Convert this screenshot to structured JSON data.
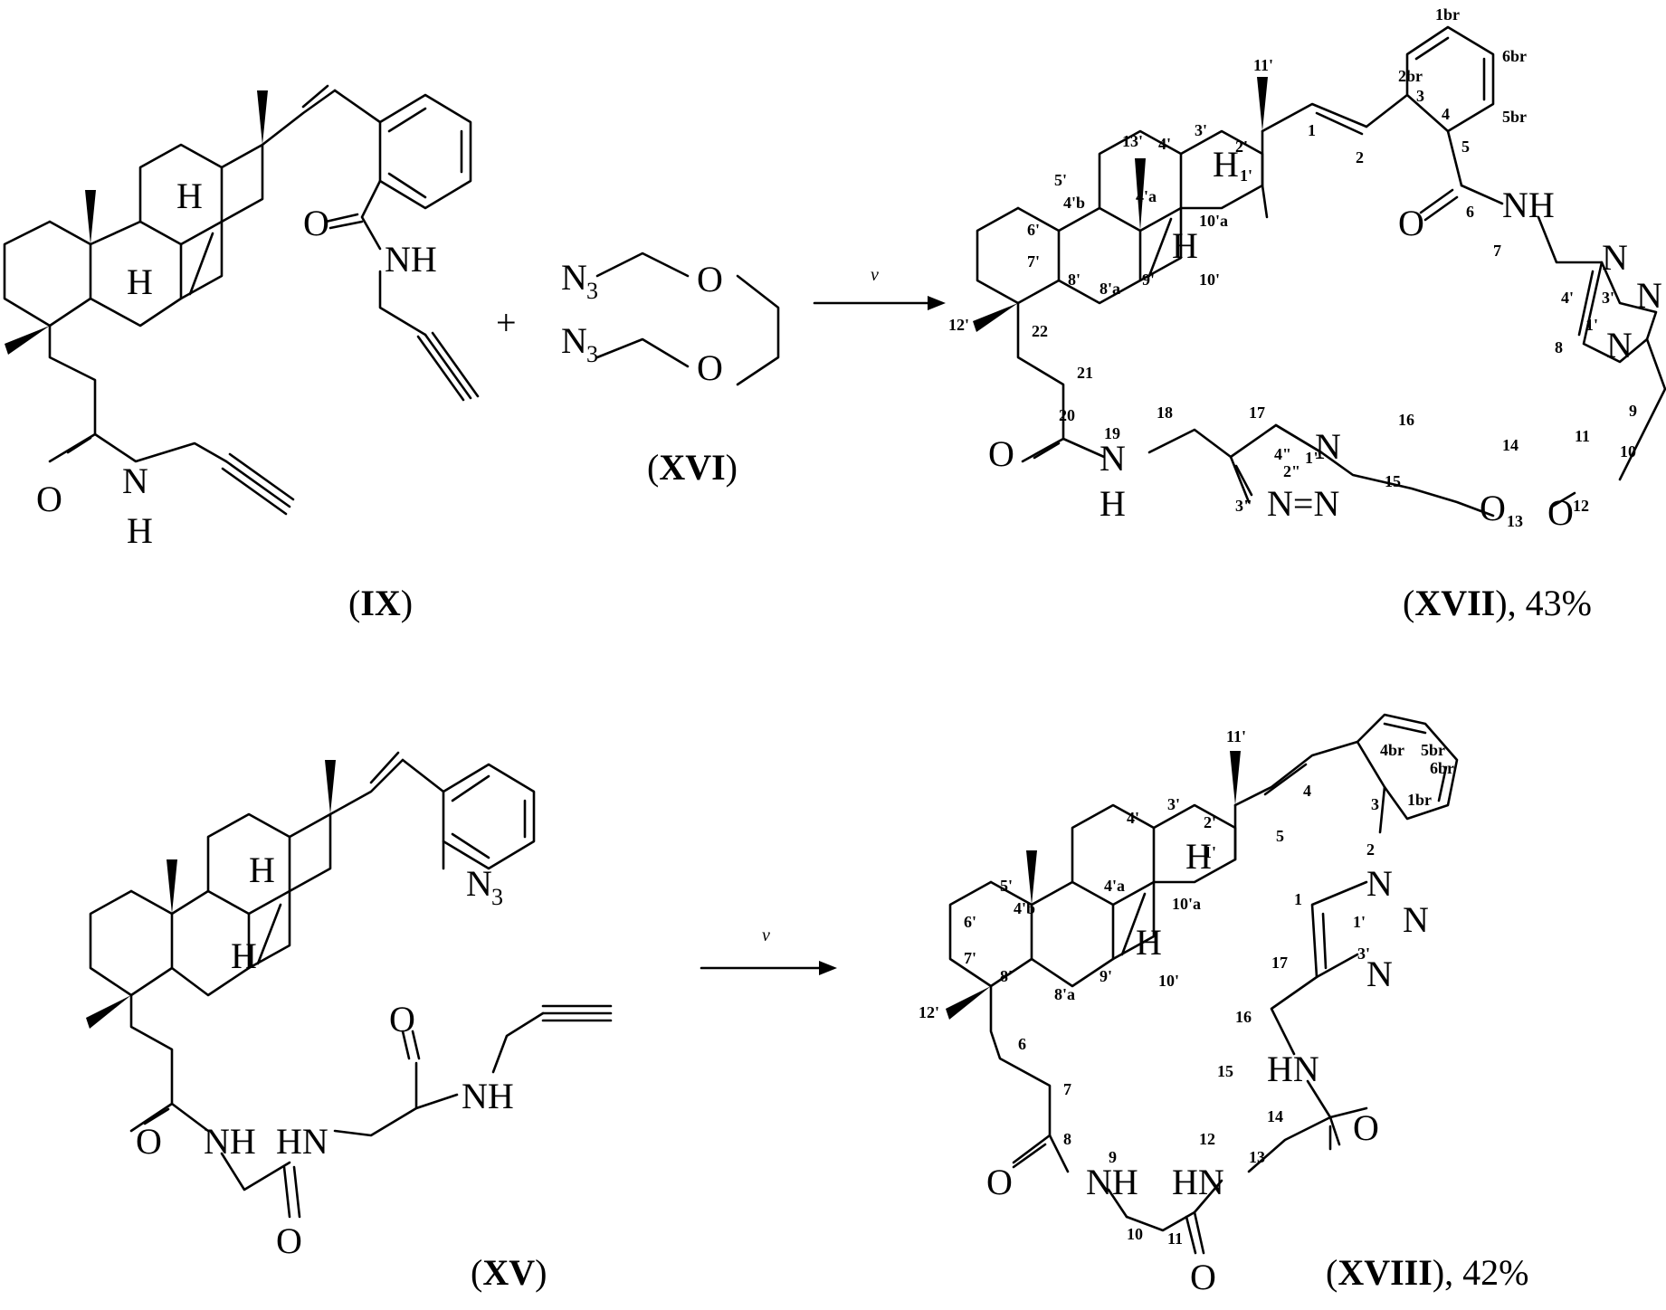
{
  "reaction_top": {
    "reactant_1": {
      "open": "(",
      "id": "IX",
      "close": ")"
    },
    "plus": "+",
    "reagent": {
      "open": "(",
      "id": "XVI",
      "close": ")",
      "n3_top": "N",
      "n3_bottom": "N",
      "n3_sub": "3",
      "o_top": "O",
      "o_bottom": "O"
    },
    "arrow_label": "v",
    "product": {
      "open": "(",
      "id": "XVII",
      "close": ")",
      "yield": ", 43%"
    }
  },
  "reaction_bottom": {
    "reactant": {
      "open": "(",
      "id": "XV",
      "close": ")",
      "n3": "N",
      "n3_sub": "3"
    },
    "arrow_label": "v",
    "product": {
      "open": "(",
      "id": "XVIII",
      "close": ")",
      "yield": ", 42%"
    }
  },
  "atoms": {
    "H": "H",
    "O": "O",
    "N": "N",
    "NH": "NH",
    "HN": "HN",
    "N_eq_N": "N=N"
  },
  "numbering_top": [
    "1br",
    "2br",
    "3",
    "4",
    "5br",
    "6br",
    "11'",
    "1",
    "2",
    "5",
    "6",
    "7",
    "13'",
    "3'",
    "2'",
    "4'",
    "1'",
    "4'a",
    "5'",
    "4'b",
    "10'a",
    "6'",
    "7'",
    "8'",
    "8'a",
    "9'",
    "10'",
    "12'",
    "22",
    "21",
    "20",
    "19",
    "18",
    "17",
    "4'",
    "3'",
    "1'",
    "8",
    "9",
    "10",
    "11",
    "16",
    "4\"",
    "1\"",
    "2\"",
    "3\"",
    "15",
    "14",
    "13",
    "12"
  ],
  "numbering_bottom": [
    "4br",
    "5br",
    "6br",
    "1br",
    "11'",
    "3",
    "2",
    "3'",
    "2'",
    "4'",
    "1'",
    "4",
    "5",
    "4'a",
    "5'",
    "4'b",
    "10'a",
    "6'",
    "7'",
    "8'",
    "8'a",
    "9'",
    "10'",
    "12'",
    "1",
    "1'",
    "3'",
    "17",
    "16",
    "15",
    "14",
    "6",
    "7",
    "8",
    "9",
    "12",
    "13",
    "10",
    "11"
  ]
}
